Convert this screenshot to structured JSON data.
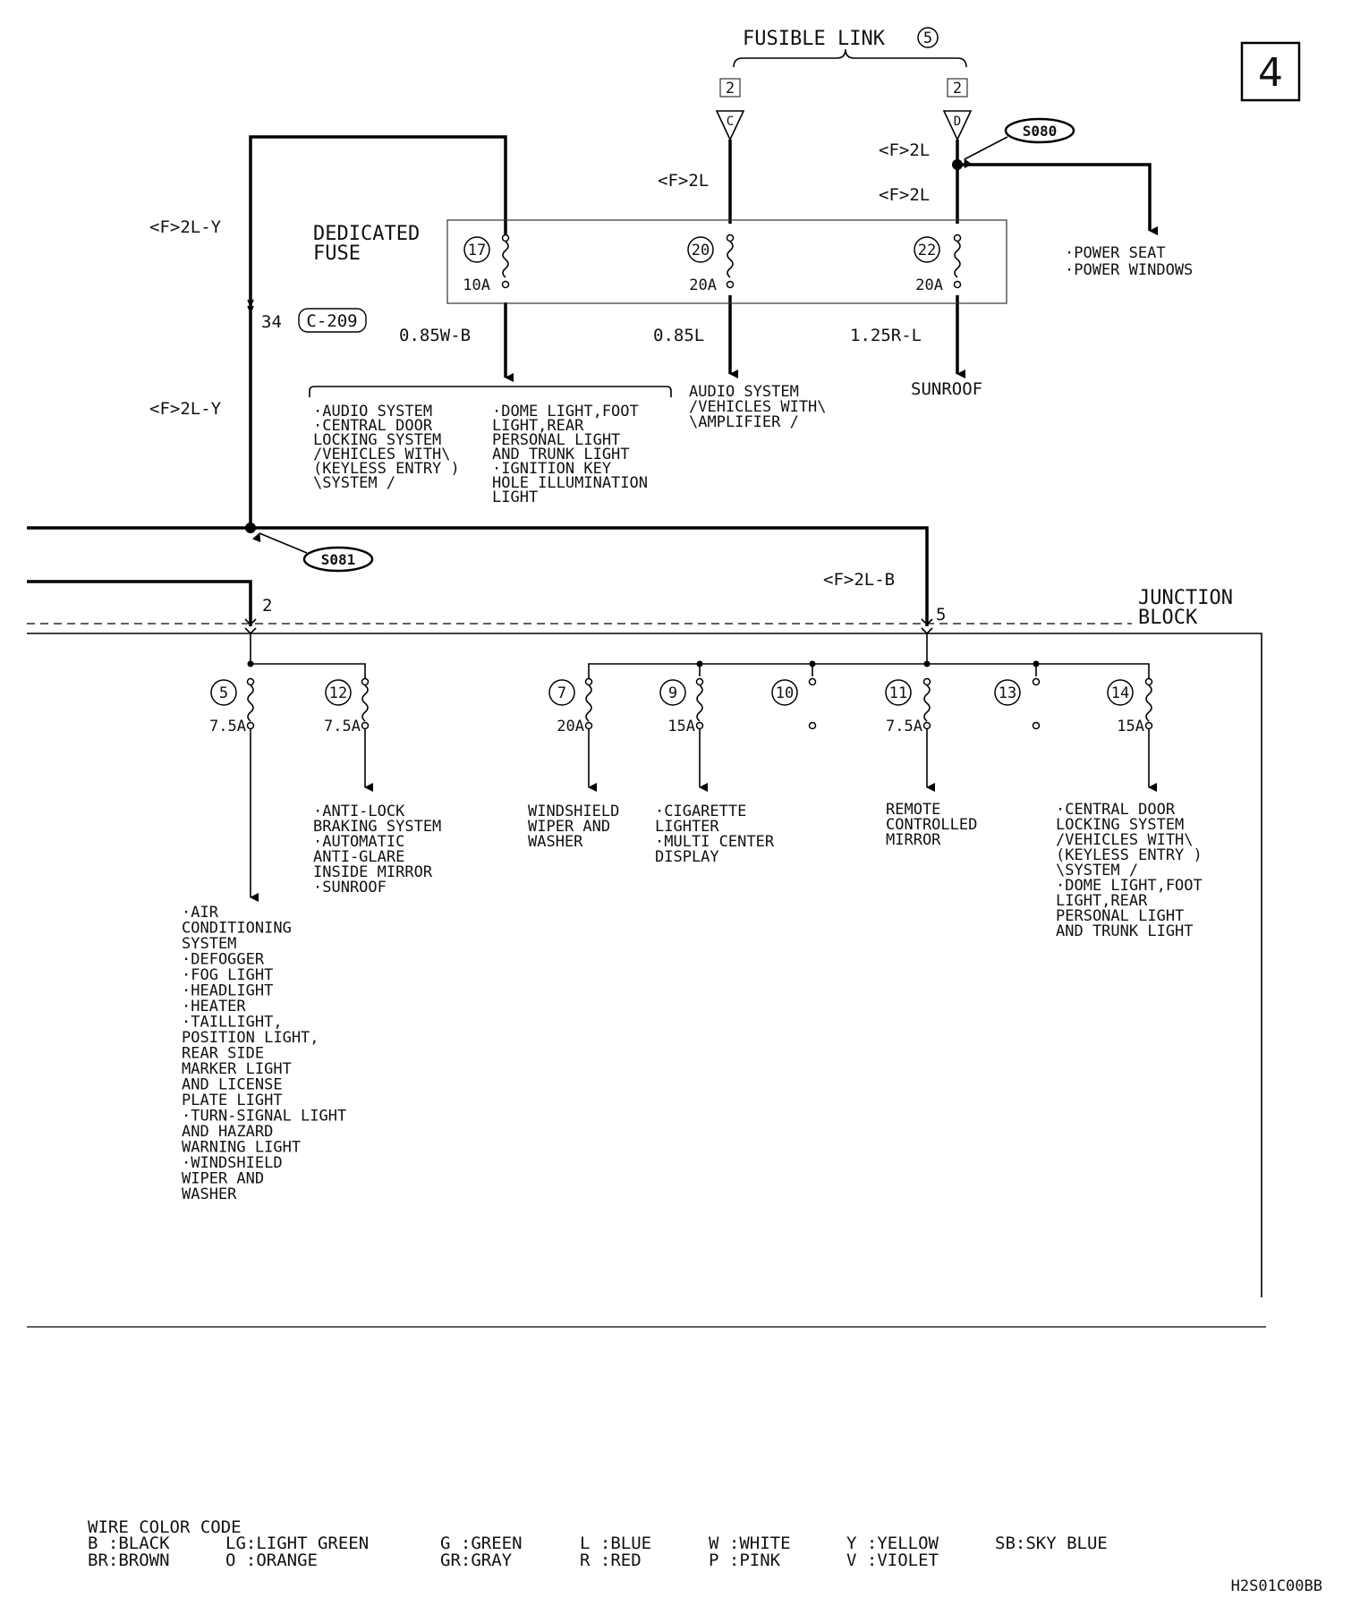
{
  "page_number": "4",
  "fusible_link": {
    "title": "FUSIBLE LINK",
    "number": "5",
    "pin_c": "2",
    "pin_d": "2",
    "letter_c": "C",
    "letter_d": "D"
  },
  "splices": {
    "s080": "S080",
    "s081": "S081"
  },
  "wire_labels": {
    "f2l_y_top": "<F>2L-Y",
    "f2l_y_mid": "<F>2L-Y",
    "f2l_c": "<F>2L",
    "f2l_d1": "<F>2L",
    "f2l_d2": "<F>2L",
    "f2l_b": "<F>2L-B",
    "w1": "0.85W-B",
    "w2": "0.85L",
    "w3": "1.25R-L"
  },
  "connector": {
    "pin": "34",
    "id": "C-209"
  },
  "dedicated_fuse": {
    "title_line1": "DEDICATED",
    "title_line2": "FUSE",
    "fuses": [
      {
        "num": "17",
        "amp": "10A"
      },
      {
        "num": "20",
        "amp": "20A"
      },
      {
        "num": "22",
        "amp": "20A"
      }
    ]
  },
  "power_seat": {
    "line1": "·POWER SEAT",
    "line2": "·POWER WINDOWS"
  },
  "fuse17_loads": {
    "left": [
      "·AUDIO SYSTEM",
      "·CENTRAL DOOR",
      " LOCKING SYSTEM",
      "/VEHICLES WITH\\",
      "(KEYLESS ENTRY )",
      "\\SYSTEM      /"
    ],
    "right": [
      "·DOME LIGHT,FOOT",
      " LIGHT,REAR",
      " PERSONAL LIGHT",
      " AND TRUNK LIGHT",
      "·IGNITION KEY",
      " HOLE ILLUMINATION",
      " LIGHT"
    ]
  },
  "fuse20_load": [
    "AUDIO SYSTEM",
    "/VEHICLES WITH\\",
    "\\AMPLIFIER     /"
  ],
  "fuse22_load": "SUNROOF",
  "junction_block": {
    "title_line1": "JUNCTION",
    "title_line2": "BLOCK",
    "terminal_2": "2",
    "terminal_5": "5",
    "fuses": [
      {
        "num": "5",
        "amp": "7.5A"
      },
      {
        "num": "12",
        "amp": "7.5A"
      },
      {
        "num": "7",
        "amp": "20A"
      },
      {
        "num": "9",
        "amp": "15A"
      },
      {
        "num": "10",
        "amp": ""
      },
      {
        "num": "11",
        "amp": "7.5A"
      },
      {
        "num": "13",
        "amp": ""
      },
      {
        "num": "14",
        "amp": "15A"
      }
    ]
  },
  "loads": {
    "fuse5": [
      "·AIR",
      " CONDITIONING",
      " SYSTEM",
      "·DEFOGGER",
      "·FOG LIGHT",
      "·HEADLIGHT",
      "·HEATER",
      "·TAILLIGHT,",
      " POSITION LIGHT,",
      " REAR SIDE",
      " MARKER LIGHT",
      " AND LICENSE",
      " PLATE LIGHT",
      "·TURN-SIGNAL LIGHT",
      " AND HAZARD",
      " WARNING LIGHT",
      "·WINDSHIELD",
      " WIPER AND",
      " WASHER"
    ],
    "fuse12": [
      "·ANTI-LOCK",
      " BRAKING SYSTEM",
      "·AUTOMATIC",
      " ANTI-GLARE",
      " INSIDE MIRROR",
      "·SUNROOF"
    ],
    "fuse7": [
      "WINDSHIELD",
      "WIPER AND",
      "WASHER"
    ],
    "fuse9": [
      "·CIGARETTE",
      " LIGHTER",
      "·MULTI CENTER",
      " DISPLAY"
    ],
    "fuse11": [
      "REMOTE",
      "CONTROLLED",
      "MIRROR"
    ],
    "fuse14": [
      "·CENTRAL DOOR",
      " LOCKING SYSTEM",
      "/VEHICLES WITH\\",
      "(KEYLESS ENTRY )",
      "\\SYSTEM      /",
      "·DOME LIGHT,FOOT",
      " LIGHT,REAR",
      " PERSONAL LIGHT",
      " AND TRUNK LIGHT"
    ]
  },
  "wire_color_code": {
    "title": "WIRE COLOR CODE",
    "row1": [
      "B :BLACK",
      "LG:LIGHT GREEN",
      "G :GREEN",
      "L :BLUE",
      "W :WHITE",
      "Y :YELLOW",
      "SB:SKY BLUE"
    ],
    "row2": [
      "BR:BROWN",
      "O :ORANGE",
      "GR:GRAY",
      "R :RED",
      "P :PINK",
      "V :VIOLET"
    ]
  },
  "figure_code": "H2S01C00BB"
}
